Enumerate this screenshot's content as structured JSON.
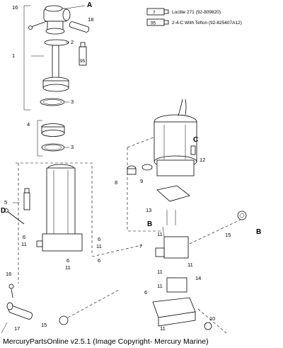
{
  "legend": [
    {
      "symbol": "7",
      "text": "Loctite 271 (92-809820)"
    },
    {
      "symbol": "95",
      "text": "2-4-C  With Teflon (92-825407A12)"
    }
  ],
  "callouts": {
    "A": "A",
    "B": "B",
    "C": "C",
    "D": "D"
  },
  "part_numbers": {
    "n1": "1",
    "n2": "2",
    "n3a": "3",
    "n3b": "3",
    "n4": "4",
    "n5": "5",
    "n6a": "6",
    "n11a": "11",
    "n6b": "6",
    "n11b": "11",
    "n6c": "6",
    "n11c": "11",
    "n7": "7",
    "n8": "8",
    "n9": "9",
    "n10": "10",
    "n11d": "11",
    "n11e": "11",
    "n11f": "11",
    "n11g": "11",
    "n11h": "11",
    "n12": "12",
    "n13": "13",
    "n14": "14",
    "n15a": "15",
    "n15b": "15",
    "n16a": "16",
    "n16b": "16",
    "n17": "17",
    "n18": "18",
    "n6d": "6",
    "n6e": "6"
  },
  "footer": "MercuryPartsOnline v2.5.1 (Image Copyright- Mercury Marine)"
}
